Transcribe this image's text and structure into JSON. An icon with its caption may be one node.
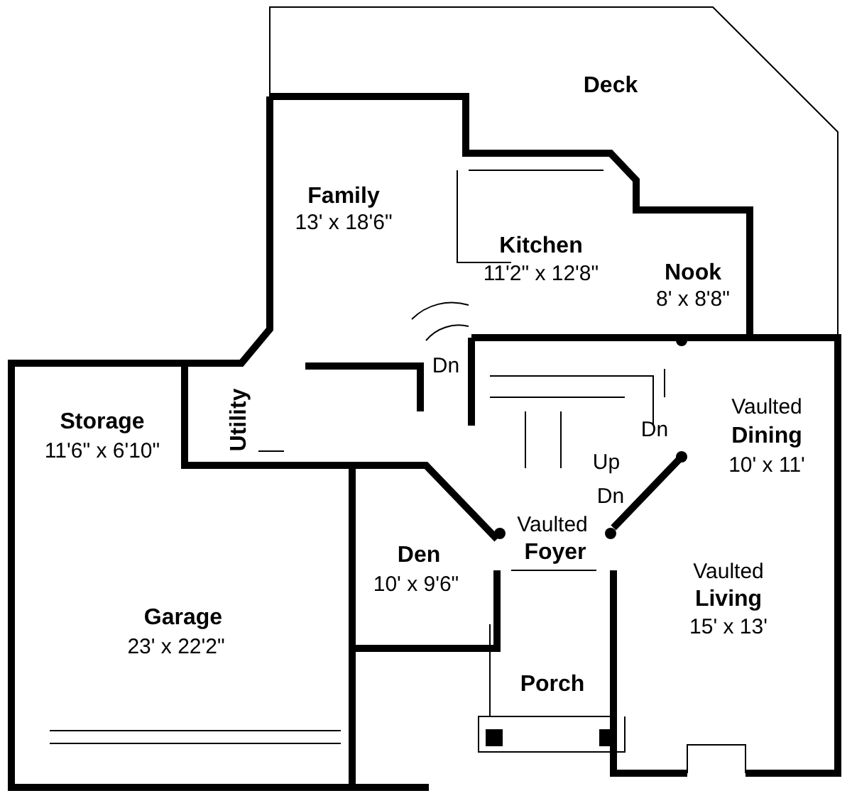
{
  "diagram": {
    "labels": [
      "Deck",
      "Family",
      "13' x 18'6\"",
      "Kitchen",
      "11'2\" x 12'8\"",
      "Nook",
      "8' x 8'8\"",
      "Dn",
      "Storage",
      "11'6\" x 6'10\"",
      "Utility",
      "Vaulted",
      "Dining",
      "10' x 11'",
      "Dn",
      "Up",
      "Dn",
      "Den",
      "10' x 9'6\"",
      "Vaulted",
      "Foyer",
      "Garage",
      "23' x 22'2\"",
      "Vaulted",
      "Living",
      "15' x 13'",
      "Porch"
    ]
  }
}
